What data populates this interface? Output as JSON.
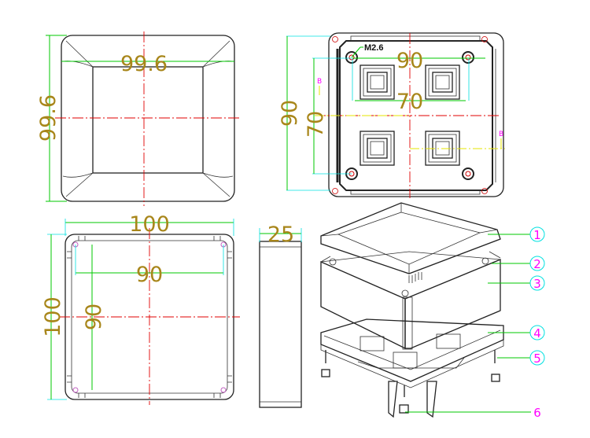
{
  "top_view": {
    "width_dim": "99.6",
    "height_dim": "99.6"
  },
  "base_view": {
    "outer_height_dim": "90",
    "inner_height_dim": "70",
    "outer_width_dim": "90",
    "inner_width_dim": "70",
    "screw_label": "M2.6",
    "section_mark_left": "B",
    "section_mark_right": "B"
  },
  "bottom_view": {
    "width_dim": "100",
    "height_dim": "100",
    "inner_width_dim": "90",
    "inner_height_dim": "90"
  },
  "side_view": {
    "height_dim": "25"
  },
  "exploded_view": {
    "callouts": [
      "1",
      "2",
      "3",
      "4",
      "5",
      "6"
    ]
  },
  "colors": {
    "dimension": "#a8861a",
    "callout": "#ff00ff",
    "extension": "#00c800",
    "centerline": "#e00000"
  }
}
